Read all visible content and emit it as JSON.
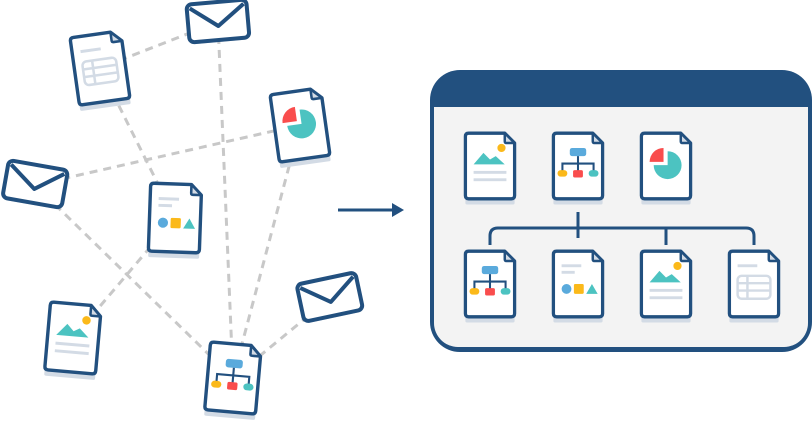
{
  "colors": {
    "navy": "#22507f",
    "teal": "#4cc3c1",
    "red": "#f94d4d",
    "yellow": "#fbb91a",
    "blue": "#5aaadc",
    "light": "#d3dbe5",
    "window_bg": "#f3f3f3",
    "dash": "#c8c8c8"
  },
  "scattered_items": [
    "spreadsheet-document",
    "envelope",
    "pie-chart-document",
    "envelope",
    "shapes-document",
    "image-document",
    "envelope",
    "org-chart-document"
  ],
  "organized_window": {
    "top_row": [
      "image-document",
      "org-chart-document",
      "pie-chart-document"
    ],
    "bottom_row": [
      "org-chart-document",
      "shapes-document",
      "image-document",
      "spreadsheet-document"
    ]
  }
}
